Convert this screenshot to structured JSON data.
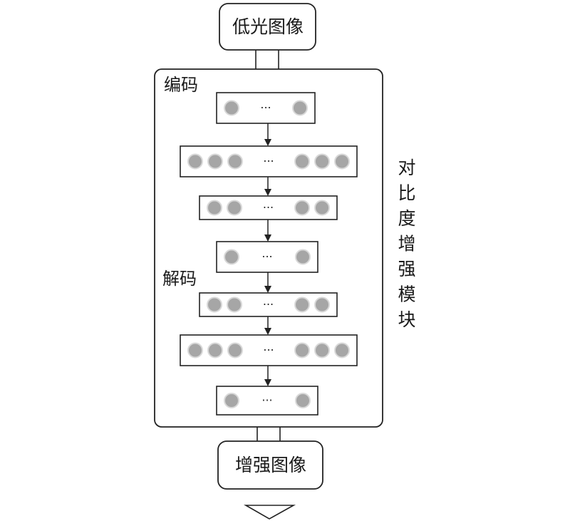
{
  "input_label": "低光图像",
  "output_label": "增强图像",
  "module_label": "对比度增强模块",
  "encoder_label": "编码",
  "decoder_label": "解码",
  "ellipsis": "···",
  "colors": {
    "stroke": "#222222",
    "node_fill": "#a6a6a6",
    "node_ring": "#d9d9d9",
    "background": "#ffffff"
  },
  "layers": [
    {
      "name": "encoder-layer-1",
      "left_nodes": 1,
      "right_nodes": 1
    },
    {
      "name": "encoder-layer-2",
      "left_nodes": 3,
      "right_nodes": 3
    },
    {
      "name": "encoder-layer-3",
      "left_nodes": 2,
      "right_nodes": 2
    },
    {
      "name": "bottleneck-layer",
      "left_nodes": 1,
      "right_nodes": 1
    },
    {
      "name": "decoder-layer-1",
      "left_nodes": 2,
      "right_nodes": 2
    },
    {
      "name": "decoder-layer-2",
      "left_nodes": 3,
      "right_nodes": 3
    },
    {
      "name": "decoder-layer-3",
      "left_nodes": 1,
      "right_nodes": 1
    }
  ]
}
